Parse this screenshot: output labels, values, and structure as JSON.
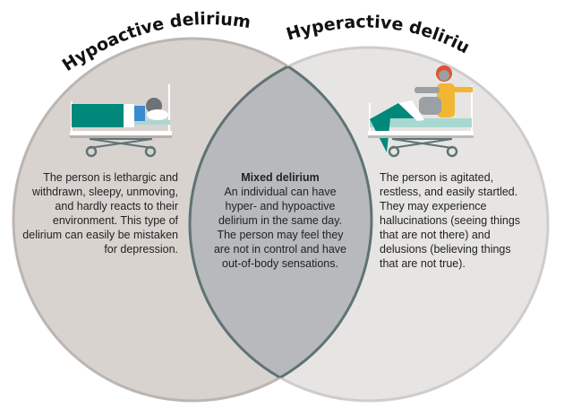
{
  "hypoactive": {
    "title": "Hypoactive delirium",
    "description": "The person is lethargic and withdrawn, sleepy, unmoving, and hardly reacts to their environment. This type of delirium can easily be mistaken for depression."
  },
  "hyperactive": {
    "title": "Hyperactive delirium",
    "description": "The person is agitated, restless, and easily startled. They may experience hallucinations (seeing things that are not there) and delusions (believing things that are not true)."
  },
  "mixed": {
    "title": "Mixed delirium",
    "description": "An individual can have hyper- and hypoactive delirium in the same day. The person may feel they are not in control and have out-of-body sensations."
  },
  "colors": {
    "left_circle": "#d9d3d0",
    "right_circle": "#e6e5e3",
    "overlap": "#b7b9bd",
    "overlap_stroke": "#5f7373",
    "teal": "#00897b"
  }
}
